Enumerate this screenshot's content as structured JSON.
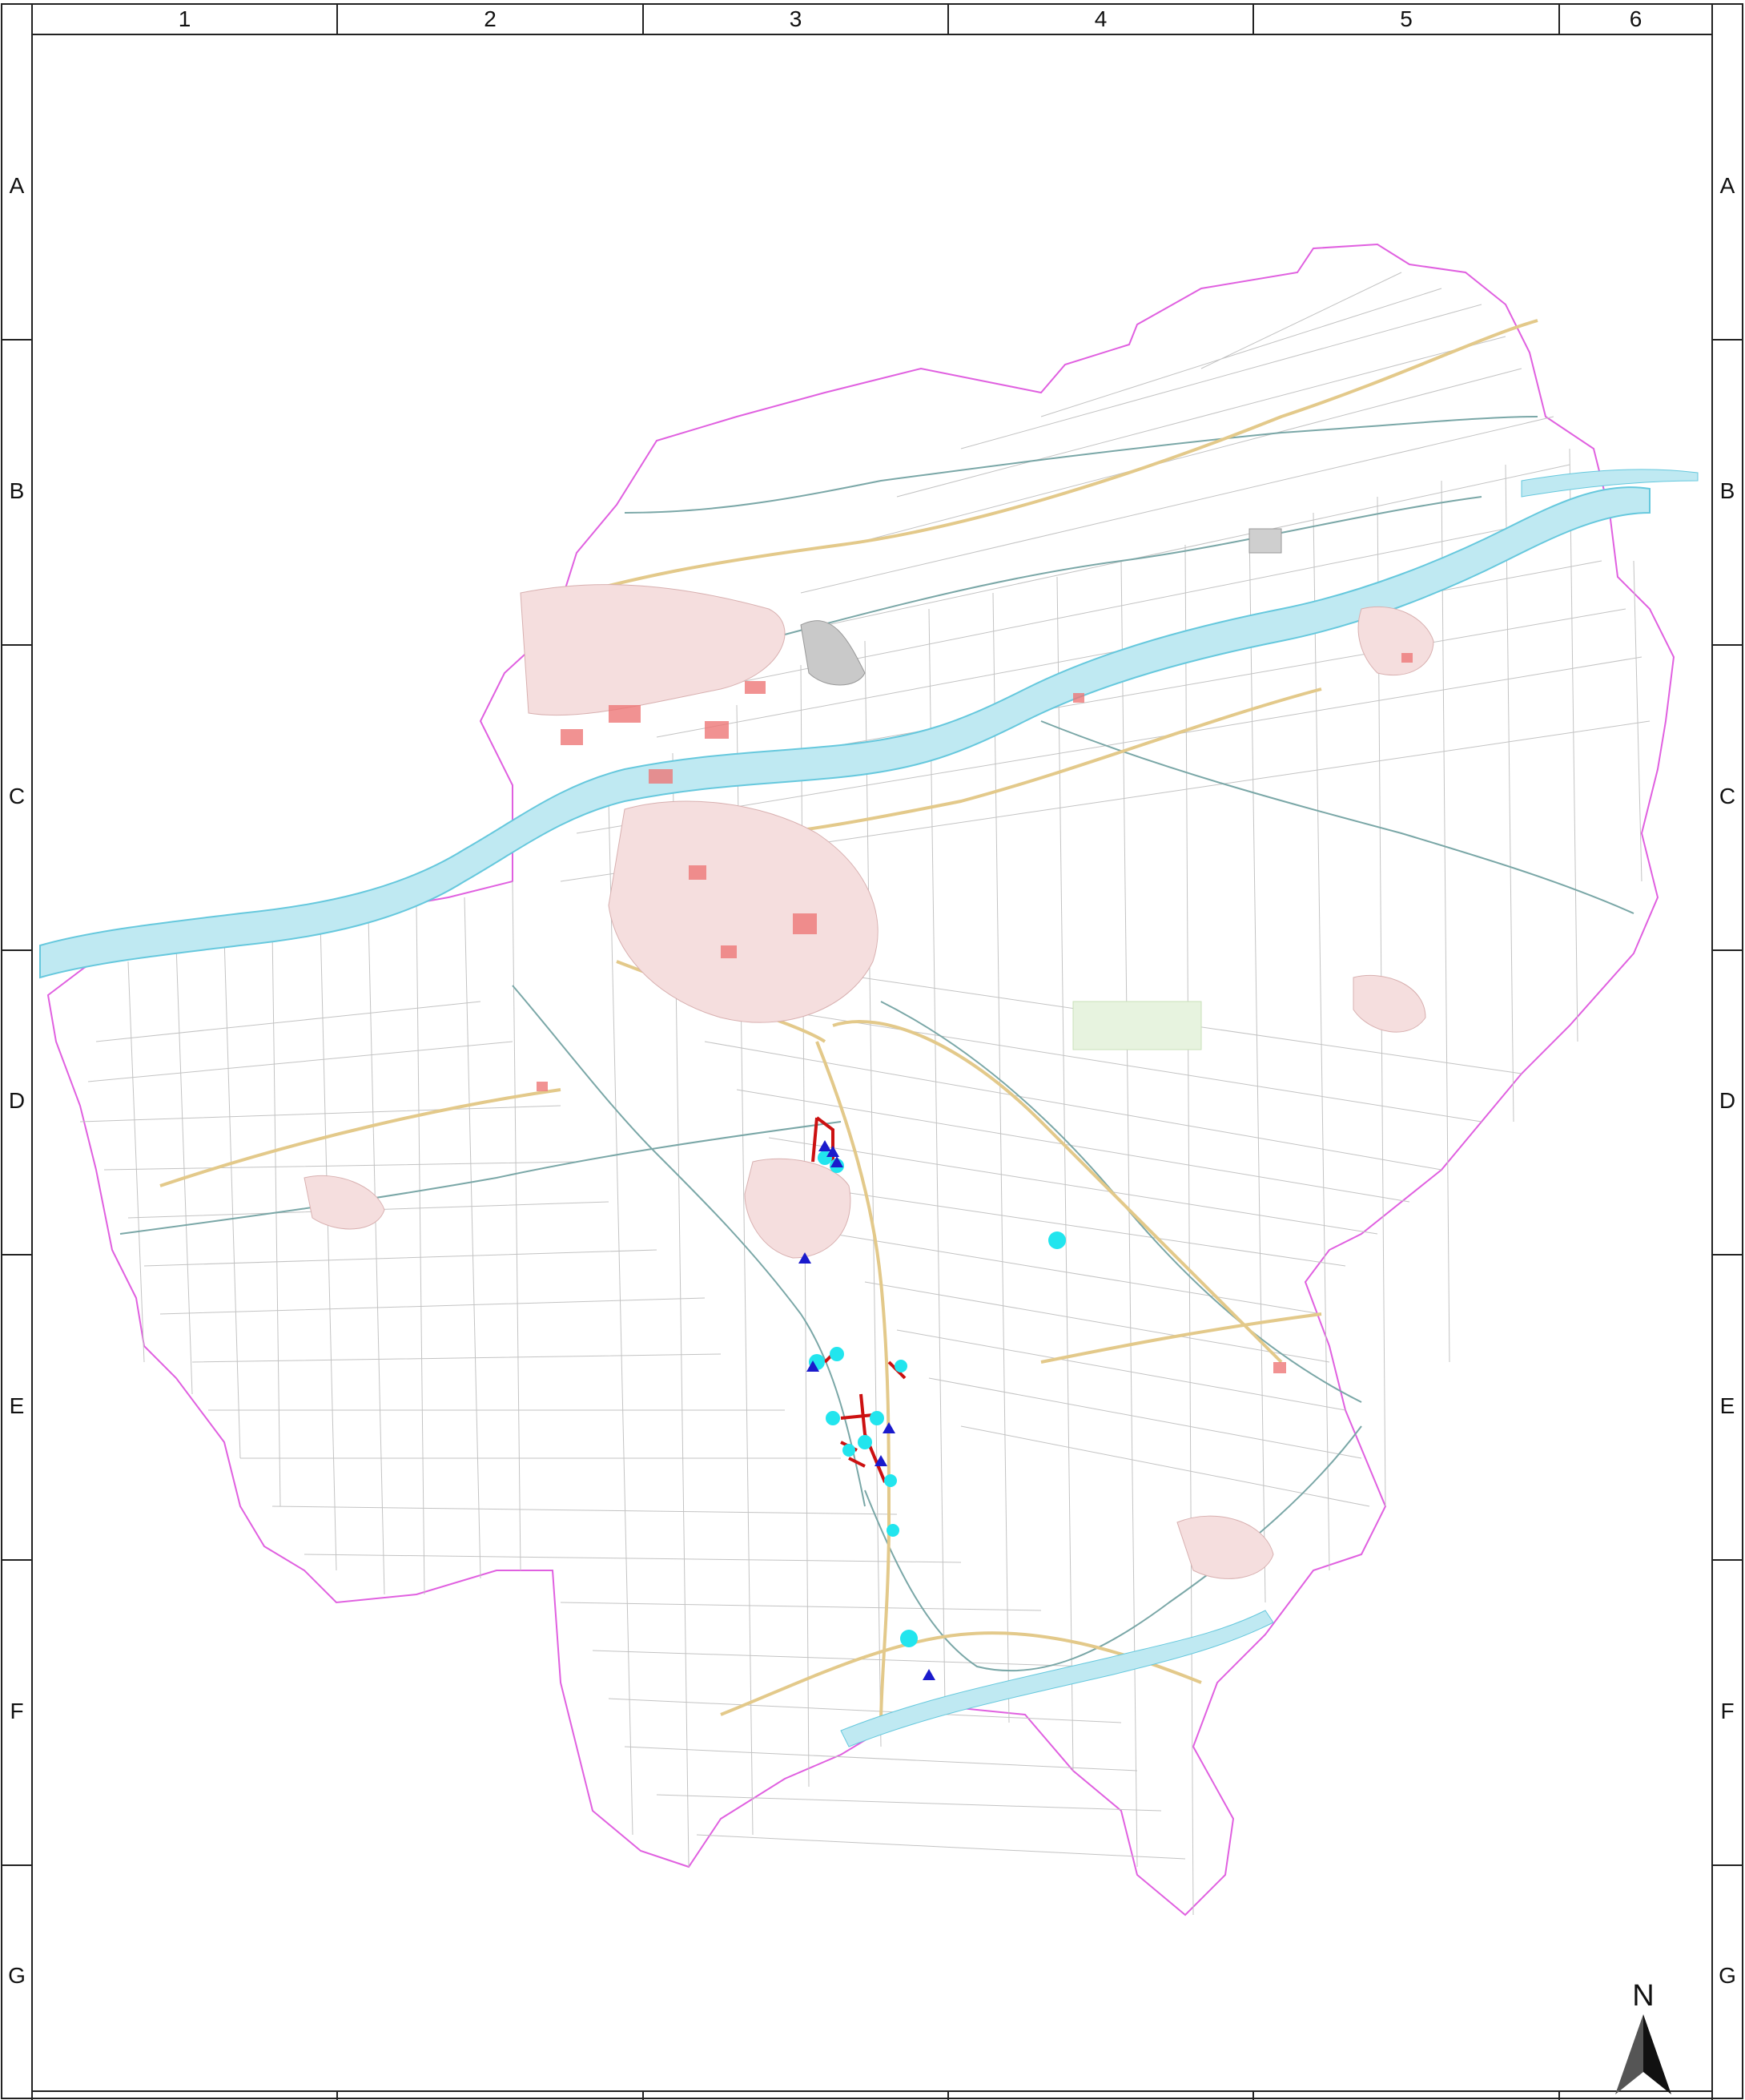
{
  "grid": {
    "columns": [
      "1",
      "2",
      "3",
      "4",
      "5",
      "6"
    ],
    "rows": [
      "A",
      "B",
      "C",
      "D",
      "E",
      "F",
      "G"
    ]
  },
  "north_arrow": {
    "label": "N"
  },
  "colors": {
    "boundary": "#e060e0",
    "river": "#bfe9f2",
    "river_edge": "#66c8dd",
    "roads": "#e3c98a",
    "parcels": "#b9b9b9",
    "streams": "#7aa7a7",
    "urban": "#f0c4c4",
    "urban_hot": "#ee7777",
    "markers_triangle": "#1a1acc",
    "markers_circle": "#22e5ee",
    "route": "#cc1111",
    "frame": "#222222"
  },
  "icons": {
    "triangle": "triangle-marker-icon",
    "circle": "circle-marker-icon",
    "north": "north-arrow-icon"
  }
}
